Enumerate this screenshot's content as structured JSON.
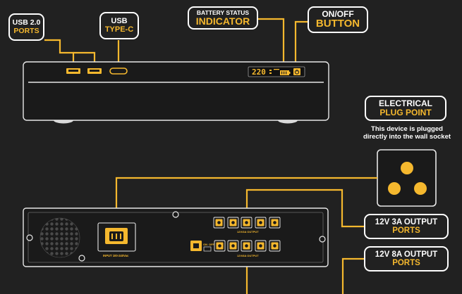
{
  "colors": {
    "background": "#212121",
    "accent": "#f5b82e",
    "line": "#f5b82e",
    "device_fill": "#1a1a1a",
    "device_stroke": "#e8e8e8",
    "text": "#ffffff"
  },
  "callouts": {
    "usb_ports": {
      "line1": "USB 2.0",
      "line2": "PORTS"
    },
    "usb_typec": {
      "line1": "USB",
      "line2": "TYPE-C"
    },
    "battery": {
      "line1": "BATTERY STATUS",
      "line2": "INDICATOR"
    },
    "onoff": {
      "line1": "ON/OFF",
      "line2": "BUTTON"
    },
    "plug_point": {
      "line1": "ELECTRICAL",
      "line2": "PLUG POINT",
      "note_line1": "This device is plugged",
      "note_line2": "directly into the wall socket"
    },
    "out_3a": {
      "line1": "12V 3A OUTPUT",
      "line2": "PORTS"
    },
    "out_8a": {
      "line1": "12V 8A OUTPUT",
      "line2": "PORTS"
    }
  },
  "front_panel": {
    "display_value": "220",
    "display_icons": [
      "battery-icon",
      "power-icon"
    ]
  },
  "rear_panel": {
    "ac_input_label": "INPUT 100-240Vac",
    "label_3a": "12V/3A OUTPUT",
    "label_8a": "12V/8A OUTPUT",
    "switch_on": "ON",
    "switch_off": "OFF"
  }
}
